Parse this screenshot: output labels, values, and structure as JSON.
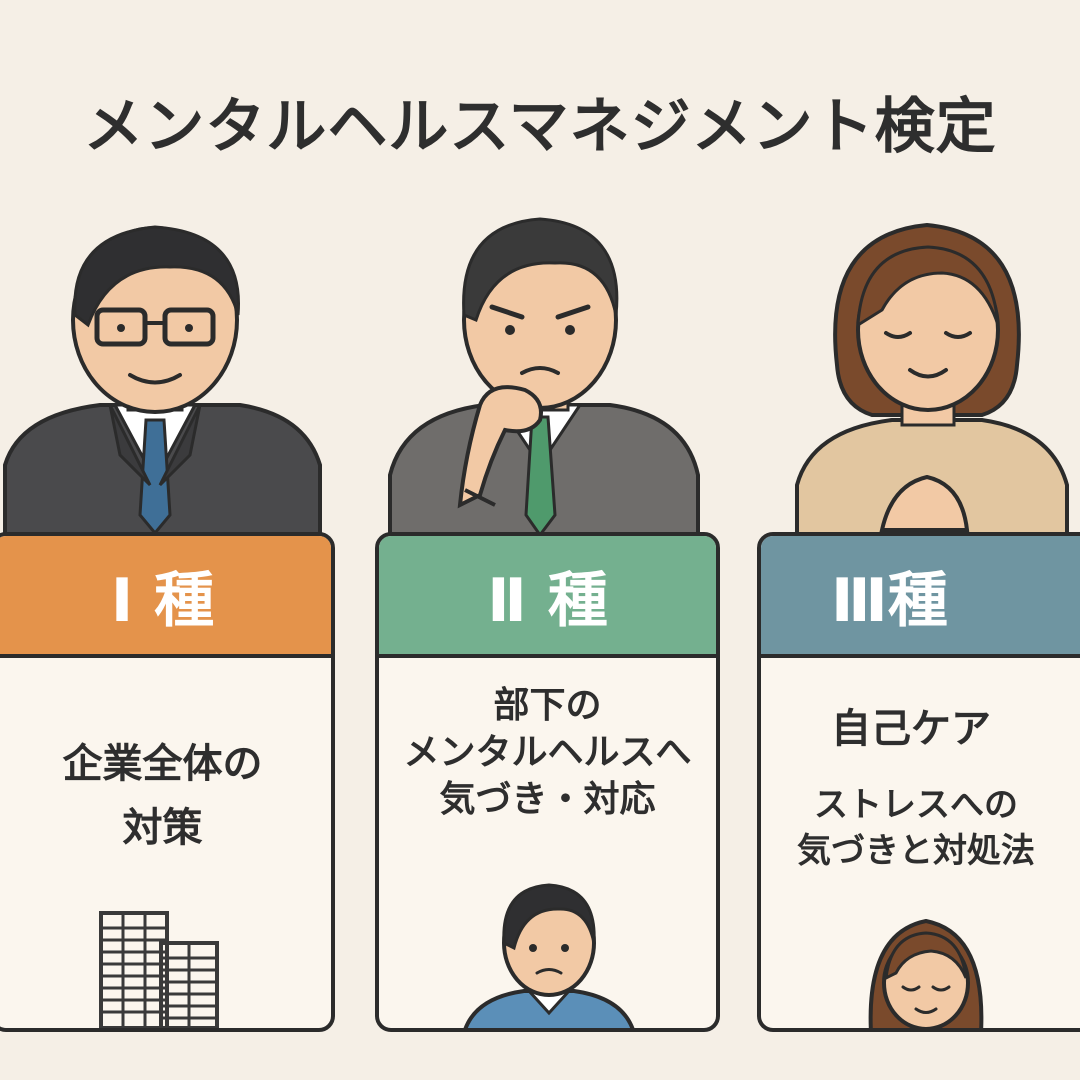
{
  "title": "メンタルヘルスマネジメント検定",
  "colors": {
    "background": "#f5efe6",
    "type1": "#e4934b",
    "type2": "#74b08f",
    "type3": "#6f95a1",
    "outline": "#2b2b2b"
  },
  "cards": [
    {
      "label": "Ⅰ 種",
      "desc_lines": [
        "企業全体の",
        "対策"
      ],
      "illustration": "office-building-icon"
    },
    {
      "label": "Ⅱ 種",
      "desc_lines": [
        "部下の",
        "メンタルヘルスへ",
        "気づき・対応"
      ],
      "illustration": "worried-subordinate-avatar"
    },
    {
      "label": "Ⅲ種",
      "heading": "自己ケア",
      "desc_lines": [
        "ストレスへの",
        "気づきと対処法"
      ],
      "illustration": "calm-woman-avatar"
    }
  ]
}
